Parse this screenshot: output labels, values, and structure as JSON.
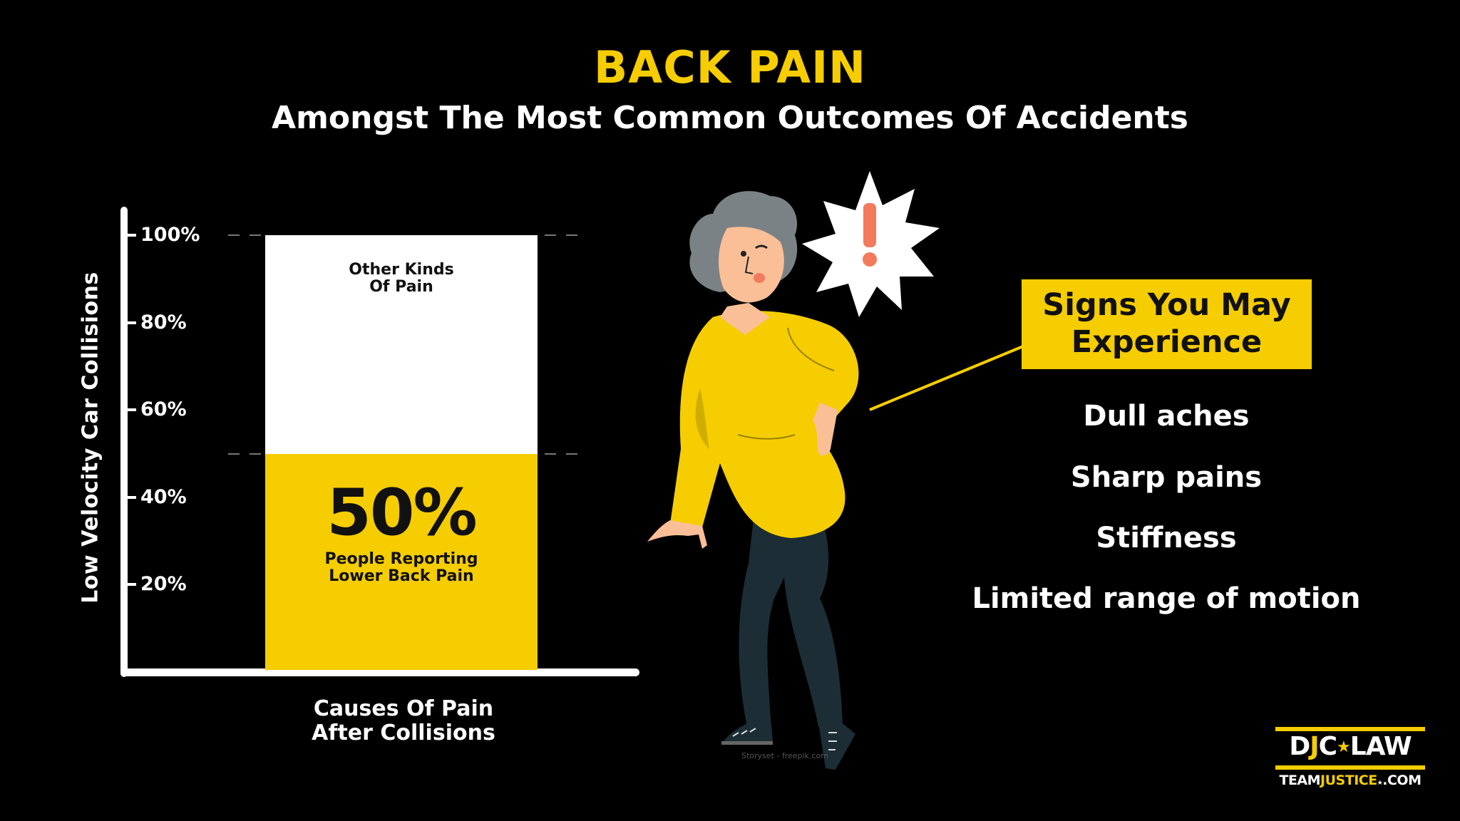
{
  "header": {
    "title": "BACK PAIN",
    "subtitle": "Amongst The Most Common Outcomes Of Accidents"
  },
  "colors": {
    "accent_yellow": "#f5cd00",
    "background": "#000000",
    "text_white": "#ffffff",
    "pants": "#1c2d35"
  },
  "chart_data": {
    "type": "bar",
    "subtype": "stacked-100",
    "categories": [
      "Causes Of Pain After Collisions"
    ],
    "series": [
      {
        "name": "People Reporting Lower Back Pain",
        "values": [
          50
        ],
        "color": "#f5cd00"
      },
      {
        "name": "Other Kinds Of Pain",
        "values": [
          50
        ],
        "color": "#ffffff"
      }
    ],
    "ylabel": "Low Velocity Car Collisions",
    "xlabel": "Causes Of Pain After Collisions",
    "ylim": [
      0,
      100
    ],
    "yticks": [
      "20%",
      "40%",
      "60%",
      "80%",
      "100%"
    ],
    "ytick_values": [
      20,
      40,
      60,
      80,
      100
    ],
    "annotations": {
      "top_segment_label_line1": "Other Kinds",
      "top_segment_label_line2": "Of Pain",
      "big_value": "50%",
      "bottom_segment_label_line1": "People Reporting",
      "bottom_segment_label_line2": "Lower Back Pain"
    },
    "xlabel_line1": "Causes Of Pain",
    "xlabel_line2": "After Collisions",
    "grid": false,
    "legend": "none"
  },
  "signs": {
    "heading_line1": "Signs You May",
    "heading_line2": "Experience",
    "items": [
      "Dull aches",
      "Sharp pains",
      "Stiffness",
      "Limited range of motion"
    ]
  },
  "illustration": {
    "alert_symbol": "!",
    "credit": "Storyset - freepik.com"
  },
  "logo": {
    "part1": "D",
    "part2": "J",
    "part3": "C",
    "star": "★",
    "part4": "LAW",
    "sub1": "TEAM",
    "sub2": "JUSTICE",
    "sub_star": "★",
    "sub3": ".COM"
  }
}
